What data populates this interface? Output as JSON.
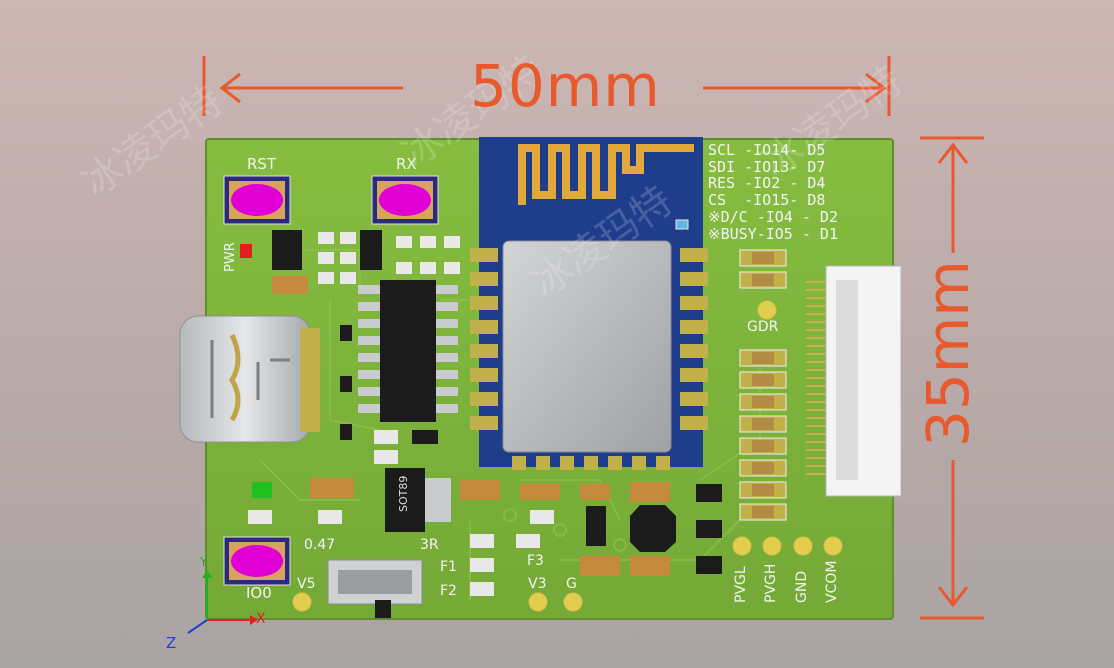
{
  "dimensions": {
    "width": "50mm",
    "height": "35mm"
  },
  "colors": {
    "dimension": "#e8592d",
    "board": "#7fb53a",
    "silkscreen": "#f3f3f3",
    "module": "#1e3e8c"
  },
  "buttons": {
    "rst": "RST",
    "rx": "RX",
    "io0": "IO0"
  },
  "labels": {
    "pwr": "PWR",
    "gdr": "GDR",
    "sot": "SOT89",
    "r047": "0.47",
    "r3r": "3R",
    "f1": "F1",
    "f2": "F2",
    "f3": "F3",
    "v5": "V5",
    "v3": "V3",
    "g": "G",
    "pvgl": "PVGL",
    "pvgh": "PVGH",
    "gnd": "GND",
    "vcom": "VCOM"
  },
  "pin_map": [
    "SCL -IO14- D5",
    "SDI -IO13- D7",
    "RES -IO2 - D4",
    "CS  -IO15- D8",
    "※D/C -IO4 - D2",
    "※BUSY-IO5 - D1"
  ],
  "axes": {
    "x": "X",
    "y": "Y",
    "z": "Z"
  },
  "watermark": "冰凌玛特"
}
